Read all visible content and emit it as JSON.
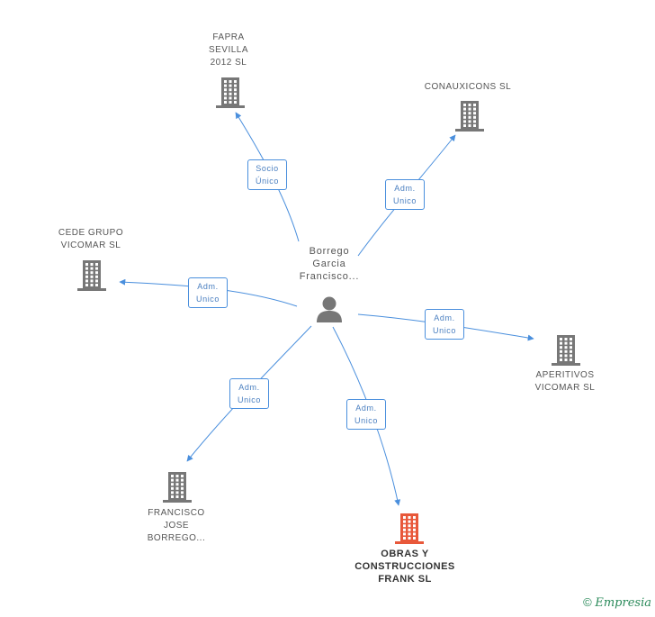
{
  "center": {
    "label_lines": [
      "Borrego",
      "Garcia",
      "Francisco..."
    ]
  },
  "nodes": [
    {
      "id": "fapra",
      "label_lines": [
        "FAPRA",
        "SEVILLA",
        "2012 SL"
      ],
      "highlight": false
    },
    {
      "id": "conauxicons",
      "label_lines": [
        "CONAUXICONS SL"
      ],
      "highlight": false
    },
    {
      "id": "cede",
      "label_lines": [
        "CEDE GRUPO",
        "VICOMAR SL"
      ],
      "highlight": false
    },
    {
      "id": "aperitivos",
      "label_lines": [
        "APERITIVOS",
        "VICOMAR SL"
      ],
      "highlight": false
    },
    {
      "id": "francisco",
      "label_lines": [
        "FRANCISCO",
        "JOSE",
        "BORREGO..."
      ],
      "highlight": false
    },
    {
      "id": "obras",
      "label_lines": [
        "OBRAS Y",
        "CONSTRUCCIONES",
        "FRANK SL"
      ],
      "highlight": true
    }
  ],
  "edges": [
    {
      "to": "fapra",
      "label_lines": [
        "Socio",
        "Único"
      ]
    },
    {
      "to": "conauxicons",
      "label_lines": [
        "Adm.",
        "Unico"
      ]
    },
    {
      "to": "cede",
      "label_lines": [
        "Adm.",
        "Unico"
      ]
    },
    {
      "to": "aperitivos",
      "label_lines": [
        "Adm.",
        "Unico"
      ]
    },
    {
      "to": "francisco",
      "label_lines": [
        "Adm.",
        "Unico"
      ]
    },
    {
      "to": "obras",
      "label_lines": [
        "Adm.",
        "Unico"
      ]
    }
  ],
  "colors": {
    "edge": "#4a8fdd",
    "building": "#777777",
    "building_highlight": "#e8583a",
    "person": "#777777"
  },
  "footer": {
    "copyright_symbol": "©",
    "brand": "Empresia"
  }
}
